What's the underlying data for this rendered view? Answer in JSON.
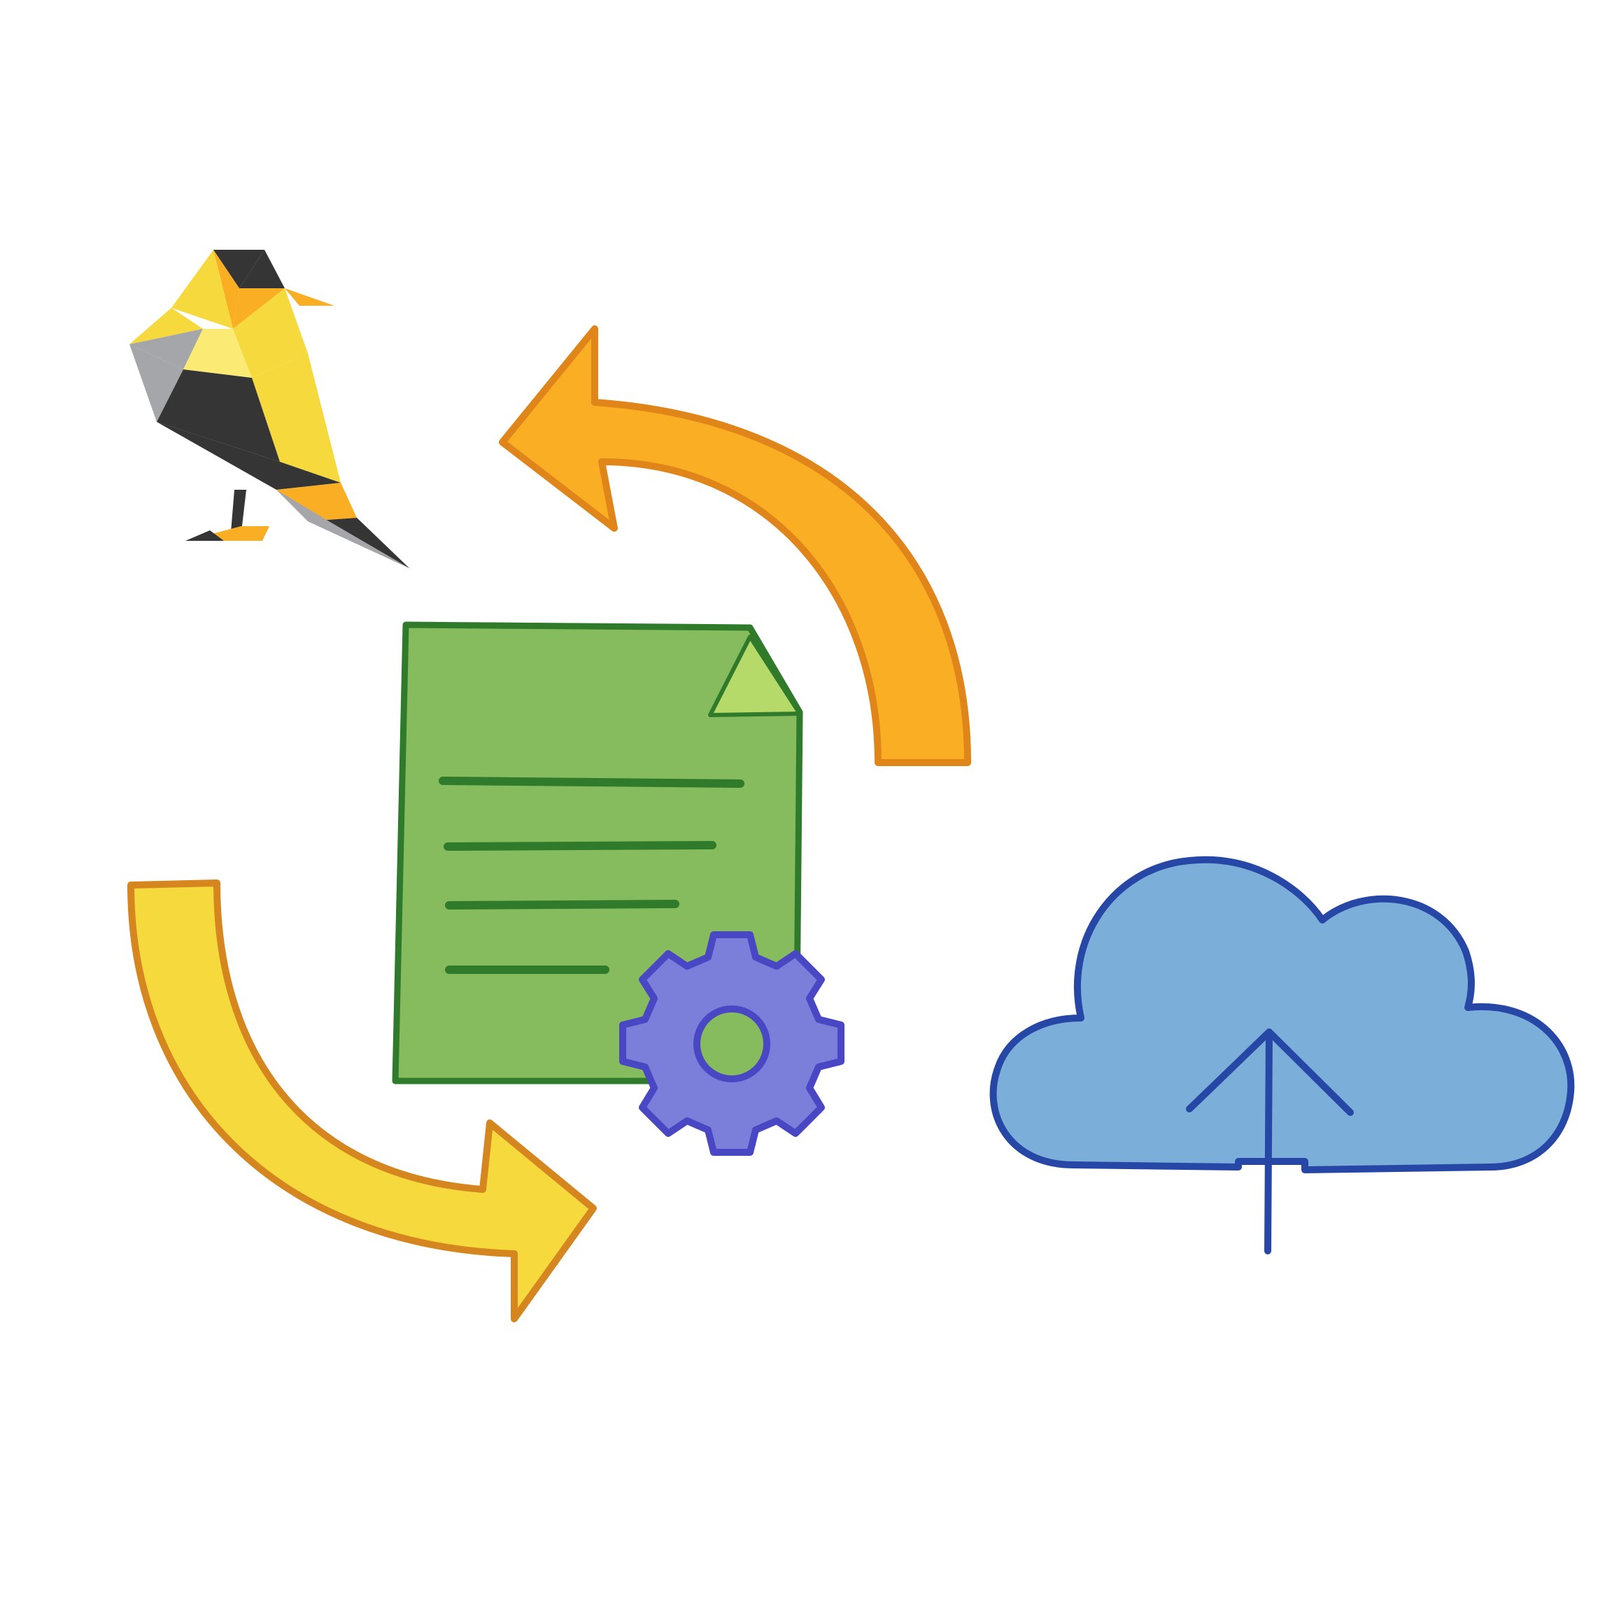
{
  "diagram": {
    "nodes": [
      {
        "id": "bird",
        "icon": "origami-bird-icon"
      },
      {
        "id": "document",
        "icon": "document-icon"
      },
      {
        "id": "gear",
        "icon": "gear-icon"
      },
      {
        "id": "cloud",
        "icon": "cloud-upload-icon"
      }
    ],
    "arrows": [
      {
        "id": "arrow-top",
        "from": "document",
        "to": "bird",
        "color": "#F9AE23",
        "outline": "#E0851A"
      },
      {
        "id": "arrow-left",
        "from": "bird",
        "to": "document",
        "color": "#F6D93C",
        "outline": "#D6861E"
      }
    ],
    "colors": {
      "document_fill": "#87BC5E",
      "document_outline": "#2F7A2B",
      "document_fold": "#B6DA6A",
      "document_lines": "#2F7A2B",
      "gear_fill": "#7B7FDA",
      "gear_outline": "#4A47C4",
      "cloud_fill": "#7BAFD9",
      "cloud_outline": "#2747A6",
      "bird_yellow": "#F6D93C",
      "bird_light_yellow": "#FBEB75",
      "bird_orange": "#F9AE23",
      "bird_dark": "#353535",
      "bird_gray": "#A5A6A9"
    }
  }
}
